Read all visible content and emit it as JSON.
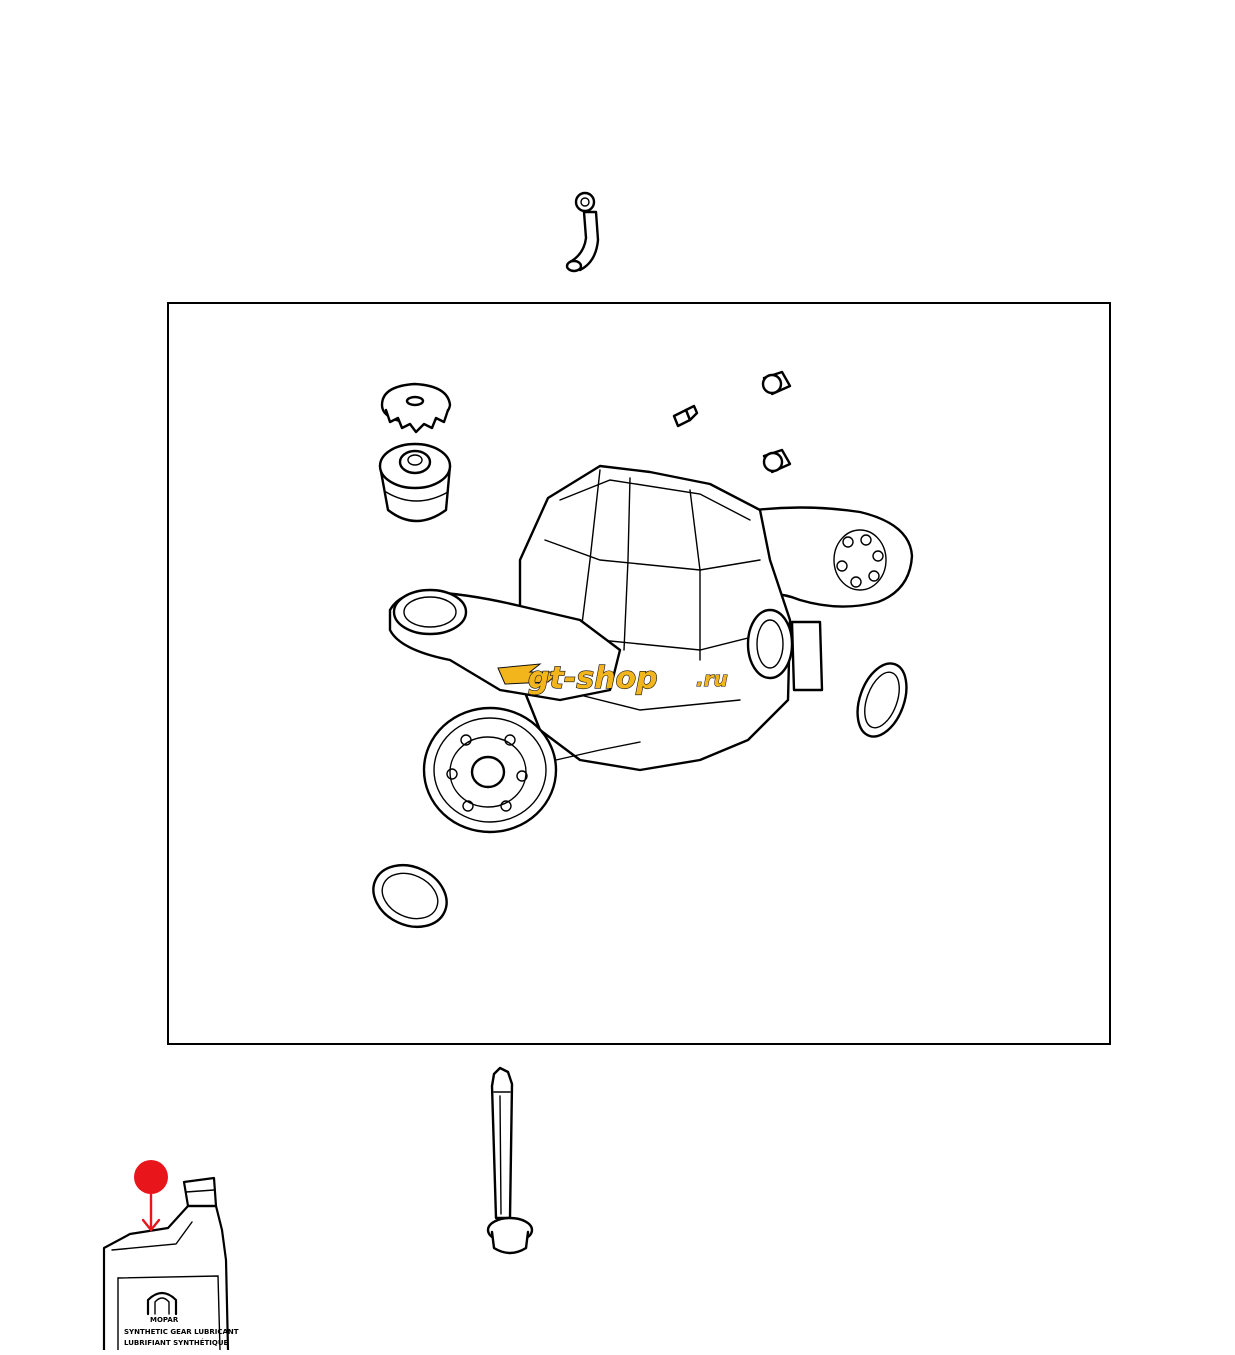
{
  "watermark": {
    "text": "gt-shop",
    "suffix": ".ru",
    "color": "#f2b51c"
  },
  "jug_label": {
    "brand": "MOPAR",
    "line1": "SYNTHETIC GEAR LUBRICANT",
    "line2": "LUBRIFIANT SYNTHÉTIQUE"
  },
  "marker_color": "#e8151b"
}
